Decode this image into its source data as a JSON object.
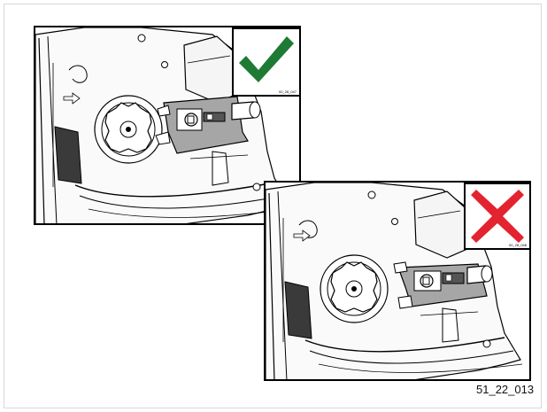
{
  "panels": {
    "correct": {
      "status": "correct",
      "status_icon": "checkmark-icon",
      "status_color": "#1f7a34",
      "badge_code": "00_28_047"
    },
    "incorrect": {
      "status": "incorrect",
      "status_icon": "cross-icon",
      "status_color": "#e3232f",
      "badge_code": "00_28_048"
    }
  },
  "figure_id": "51_22_013"
}
